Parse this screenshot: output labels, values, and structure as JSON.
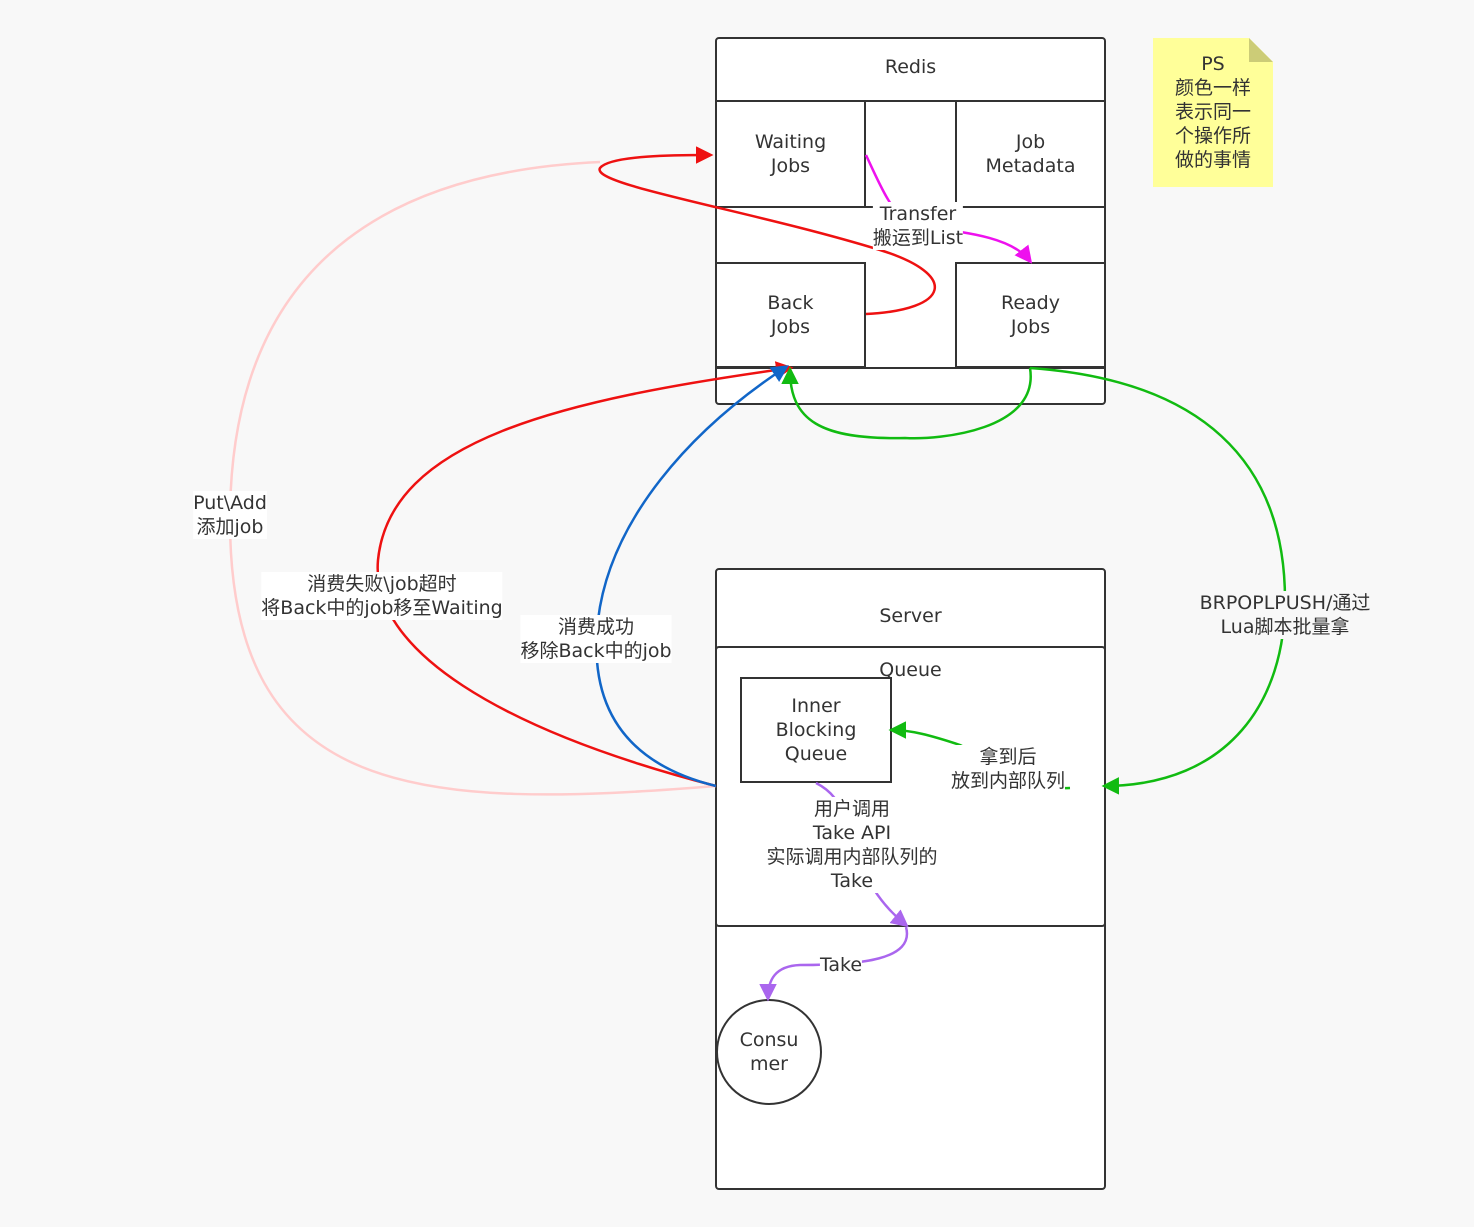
{
  "redis": {
    "title": "Redis",
    "waiting": "Waiting\nJobs",
    "metadata": "Job\nMetadata",
    "back": "Back\nJobs",
    "ready": "Ready\nJobs"
  },
  "server": {
    "title": "Server",
    "queue": "Queue",
    "inner": "Inner\nBlocking\nQueue",
    "consumer": "Consu\nmer"
  },
  "note": {
    "text": "PS\n颜色一样\n表示同一\n个操作所\n做的事情"
  },
  "edges": {
    "put_add": "Put\\Add\n添加job",
    "fail": "消费失败\\job超时\n将Back中的job移至Waiting",
    "success": "消费成功\n移除Back中的job",
    "transfer": "Transfer\n搬运到List",
    "brpoplpush": "BRPOPLPUSH/通过Lua脚本批量拿",
    "take_put": "拿到后\n放到内部队列",
    "user_take": "用户调用\nTake API\n实际调用内部队列的\nTake",
    "take": "Take"
  },
  "colors": {
    "red": "#ee1111",
    "pink": "#ffcccc",
    "blue": "#1166c8",
    "green": "#11bb11",
    "magenta": "#ee11ee",
    "purple": "#aa66ee",
    "note": "#ffff99"
  }
}
